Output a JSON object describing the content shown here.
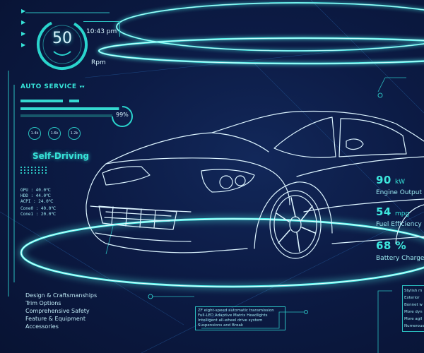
{
  "header": {
    "time": "10:43 pm",
    "speed_value": "50",
    "speed_unit": "Rpm"
  },
  "auto_service": {
    "title": "AUTO SERVICE",
    "progress": 0.99,
    "progress_label": "99%",
    "gauges": [
      "1.4k",
      "1.6k",
      "1.2k"
    ],
    "mode": "Self-Driving"
  },
  "readouts": {
    "group1": [
      "GPU : 40.0℃",
      "HDD : 44.0℃",
      "ACPI : 24.0℃"
    ],
    "group2": [
      "Cone0 : 40.0℃",
      "Cone1 : 20.0℃"
    ]
  },
  "specs": [
    {
      "value": "90",
      "unit": "kW",
      "label": "Engine Output"
    },
    {
      "value": "54",
      "unit": "mpg",
      "label": "Fuel Efficiency"
    },
    {
      "value": "68 %",
      "unit": "",
      "label": "Battery Charge"
    }
  ],
  "menu": [
    "Design & Craftsmanships",
    "Trim Options",
    "Comprehensive Safety",
    "Feature & Equipment",
    "Accessories"
  ],
  "features_box": [
    "ZF eight-speed automatic transmission",
    "Full-LED Adaptive Matrix Headlights",
    "Intelligent all-wheel drive system",
    "Suspensions and Break"
  ],
  "right_box": [
    "Stylish m",
    "Exterior",
    "Bonnet w",
    "More dyn",
    "More agil",
    "Numerous"
  ],
  "colors": {
    "accent": "#36e3d8",
    "background": "#0c1b45",
    "line": "#d6f2ff"
  }
}
